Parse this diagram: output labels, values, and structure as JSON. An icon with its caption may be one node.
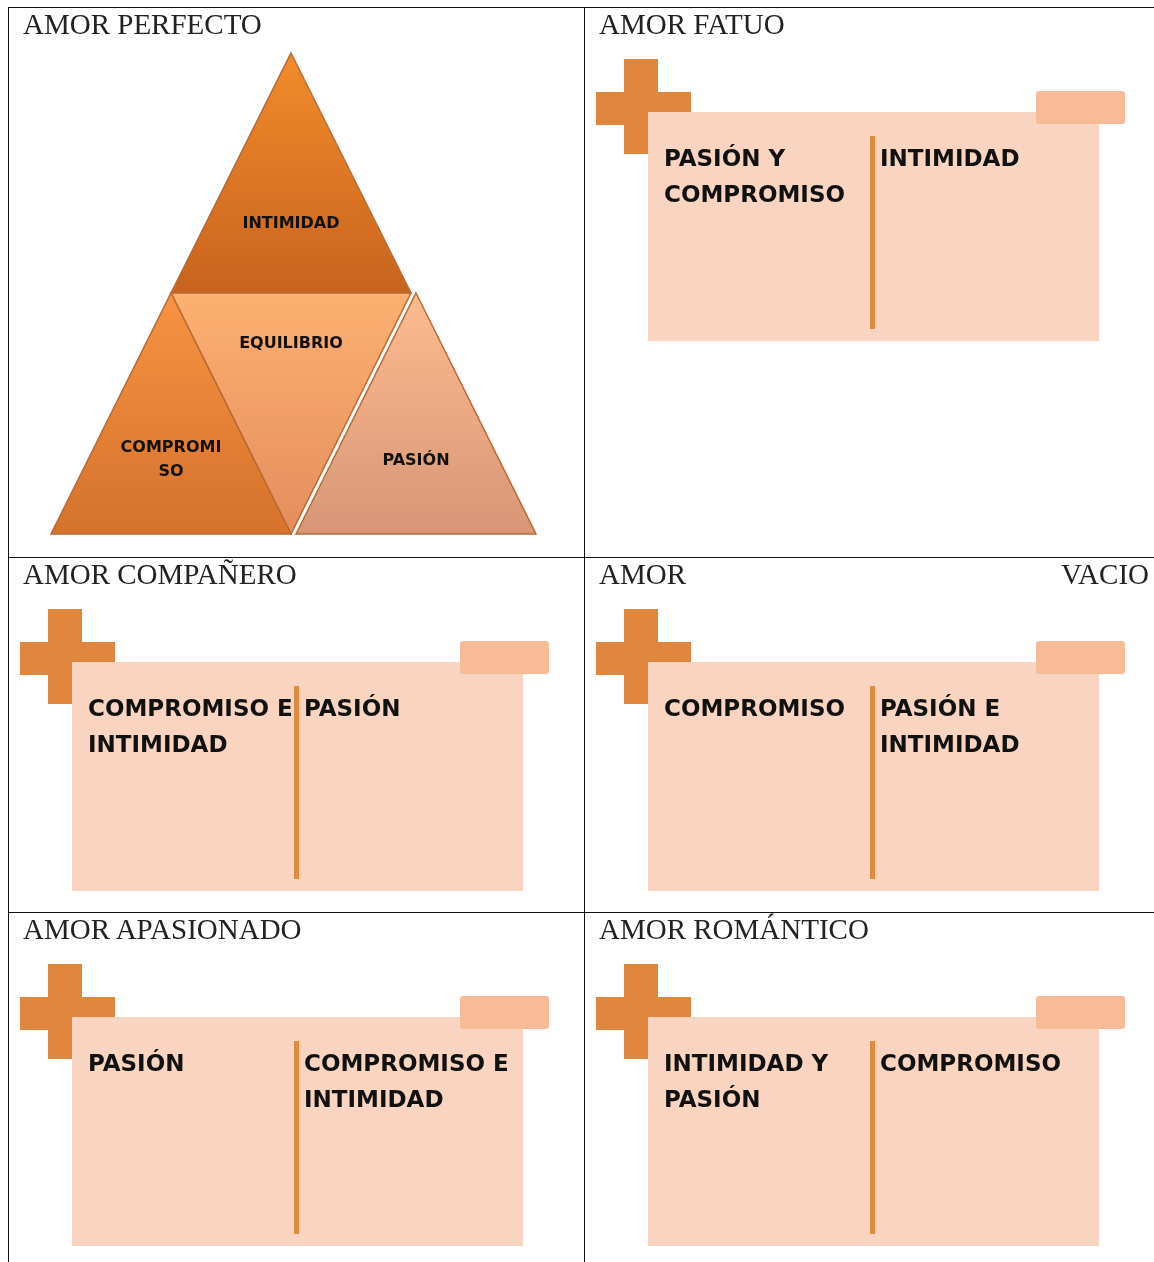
{
  "diagram": {
    "nodes": [
      {
        "text": [
          "AMOR PERFECTO"
        ]
      },
      {
        "text": [
          "INTIMIDAD"
        ],
        "in": 0
      },
      {
        "text": [
          "EQUILIBRIO"
        ],
        "in": 0
      },
      {
        "text": [
          "COMPROMI SO"
        ],
        "in": 0
      },
      {
        "text": [
          "PASIÓN"
        ],
        "in": 0
      },
      {
        "text": [
          "AMOR FATUO"
        ]
      },
      {
        "text": [
          "PASIÓN Y COMPROMISO",
          "INTIMIDAD"
        ],
        "in": 5
      },
      {
        "text": [
          "AMOR COMPAÑERO"
        ]
      },
      {
        "text": [
          "COMPROMISO E INTIMIDAD",
          "PASIÓN"
        ],
        "in": 7
      },
      {
        "text": [
          "AMOR VACIO"
        ]
      },
      {
        "text": [
          "COMPROMISO",
          "PASIÓN E INTIMIDAD"
        ],
        "in": 9
      },
      {
        "text": [
          "AMOR APASIONADO"
        ]
      },
      {
        "text": [
          "PASIÓN",
          "COMPROMISO E INTIMIDAD"
        ],
        "in": 11
      },
      {
        "text": [
          "AMOR ROMÁNTICO"
        ]
      },
      {
        "text": [
          "INTIMIDAD Y PASIÓN",
          "COMPROMISO"
        ],
        "in": 13
      }
    ],
    "edges": []
  }
}
